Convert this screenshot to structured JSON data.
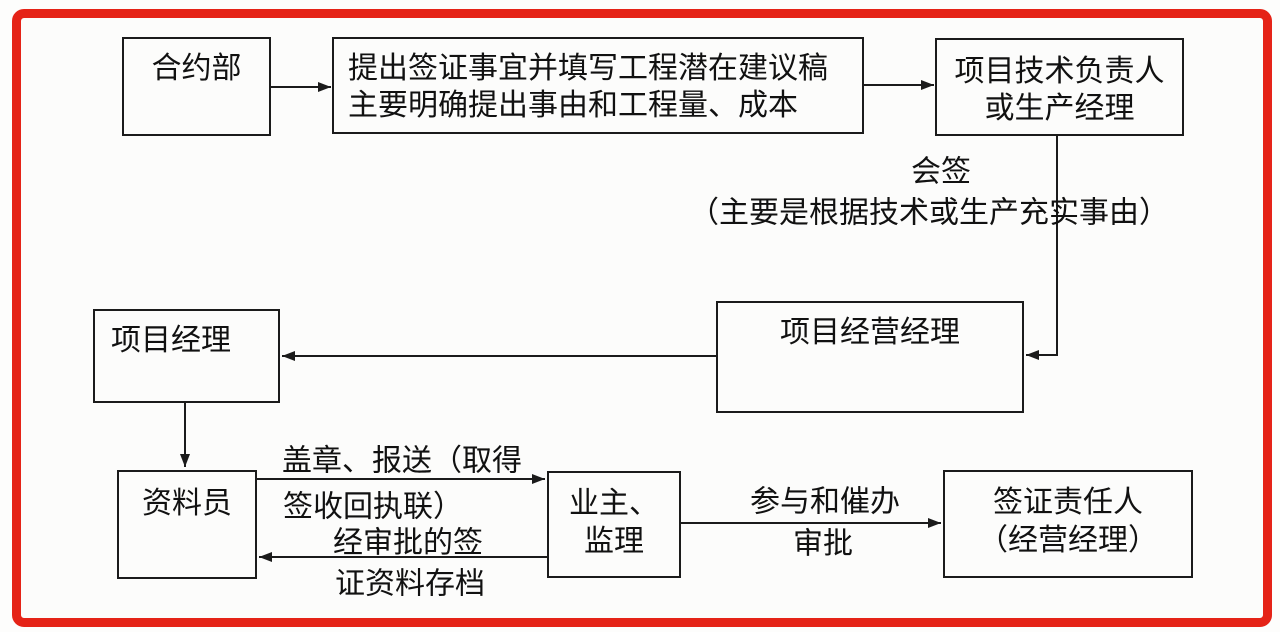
{
  "diagram": {
    "type": "flowchart",
    "colors": {
      "frame_border": "#e52317",
      "box_border": "#1b1b1b",
      "text": "#111111",
      "background": "#fcfcfb"
    },
    "nodes": {
      "contract_dept": {
        "label": "合约部"
      },
      "proposal": {
        "line1": "提出签证事宜并填写工程潜在建议稿",
        "line2": "主要明确提出事由和工程量、成本"
      },
      "tech_lead": {
        "line1": "项目技术负责人",
        "line2": "或生产经理"
      },
      "operations_manager": {
        "label": "项目经营经理"
      },
      "project_manager": {
        "label": "项目经理"
      },
      "document_clerk": {
        "label": "资料员"
      },
      "owner_supervisor": {
        "line1": "业主、",
        "line2": "监理"
      },
      "visa_responsible": {
        "line1": "签证责任人",
        "line2": "（经营经理）"
      }
    },
    "edge_labels": {
      "countersign": "会签",
      "countersign_note": "（主要是根据技术或生产充实事由）",
      "stamp_submit_line1": "盖章、报送（取得",
      "stamp_submit_line2": "签收回执联）",
      "archive_line1": "经审批的签",
      "archive_line2": "证资料存档",
      "urge_line1": "参与和催办",
      "urge_line2": "审批"
    }
  }
}
